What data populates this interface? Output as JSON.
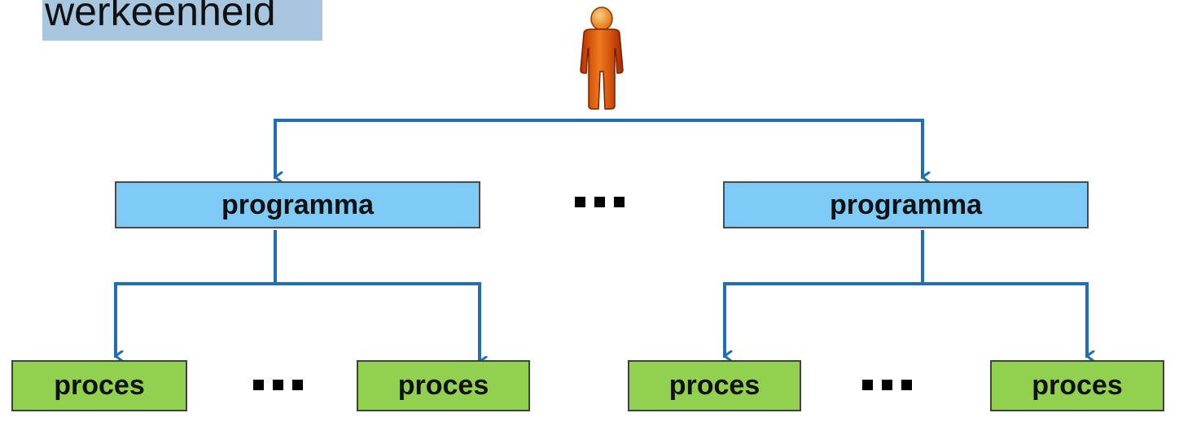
{
  "title": "werkeenheid",
  "programs": [
    {
      "label": "programma"
    },
    {
      "label": "programma"
    }
  ],
  "processes": [
    {
      "label": "proces"
    },
    {
      "label": "proces"
    },
    {
      "label": "proces"
    },
    {
      "label": "proces"
    }
  ],
  "icons": {
    "user": "person-icon"
  },
  "colors": {
    "program_fill": "#7fcbf7",
    "process_fill": "#92d050",
    "arrow": "#1f6fb5",
    "title_highlight": "#a7c7e0",
    "person": "#d35400"
  }
}
